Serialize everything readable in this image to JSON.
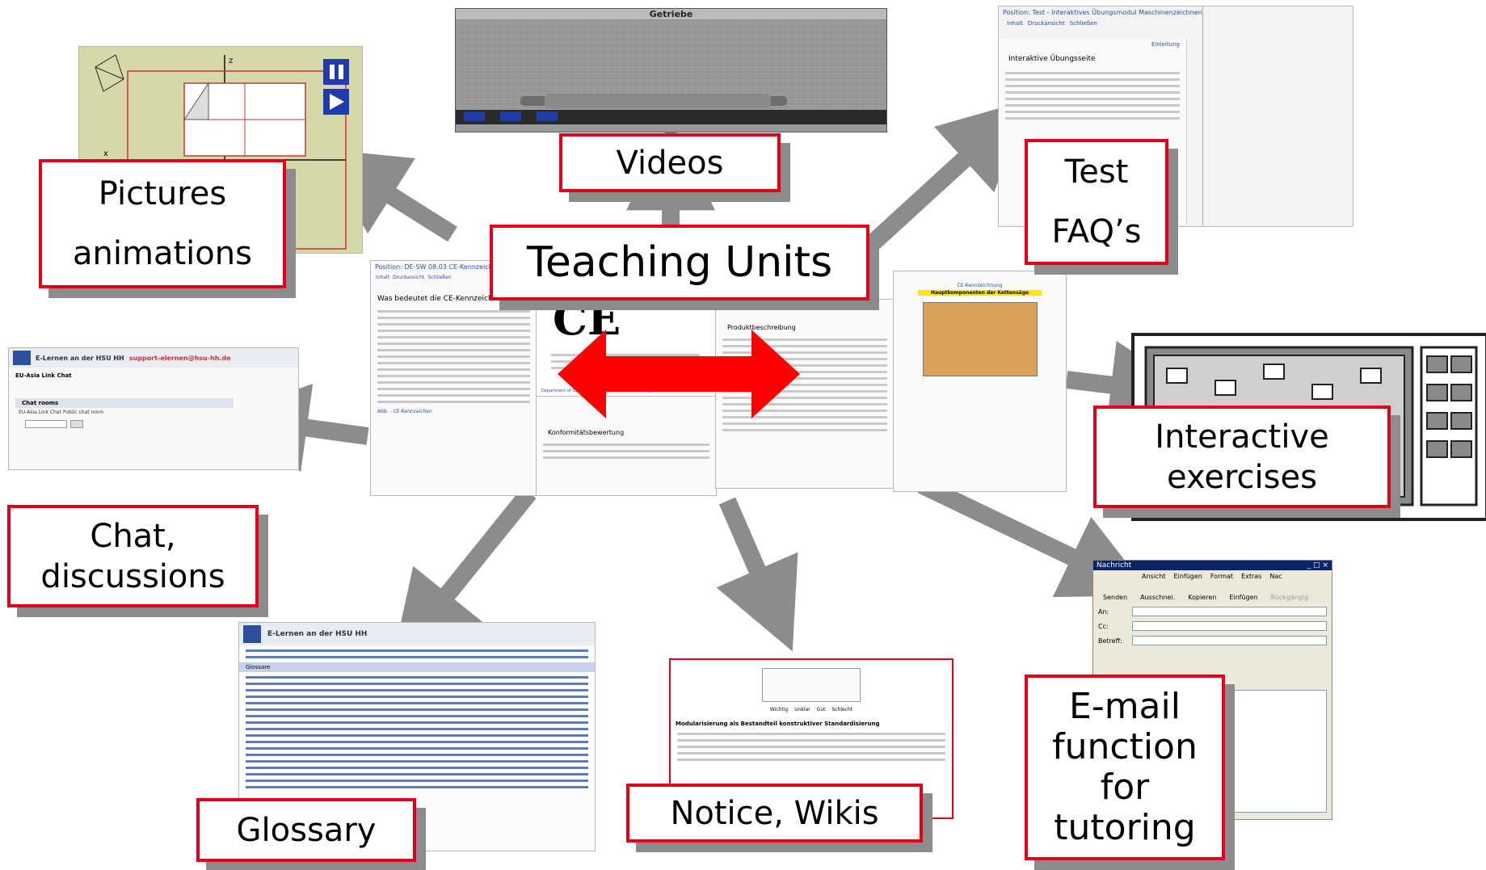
{
  "center": {
    "title": "Teaching Units"
  },
  "labels": {
    "pictures": [
      "Pictures",
      "animations"
    ],
    "videos": [
      "Videos"
    ],
    "test": [
      "Test",
      "FAQ’s"
    ],
    "interactive": [
      "Interactive",
      "exercises"
    ],
    "chat": [
      "Chat,",
      "discussions"
    ],
    "glossary": [
      "Glossary"
    ],
    "notice": [
      "Notice, Wikis"
    ],
    "email": [
      "E-mail",
      "function",
      "for",
      "tutoring"
    ]
  },
  "screenshots": {
    "video_title": "Getriebe",
    "test_header": "Position: Test - Interaktives Übungsmodul Maschinenzeichnen",
    "test_tabs": [
      "Inhalt",
      "Druckansicht",
      "Schließen"
    ],
    "test_heading": "Interaktive Übungsseite",
    "test_intro": "Einleitung",
    "chat_brand": "E-Lernen an der HSU HH",
    "chat_support": "support-elernen@hsu-hh.de",
    "chat_room": "EU-Asia Link Chat",
    "chat_rooms_label": "Chat rooms",
    "chat_public": "EU-Asia Link Chat Public chat room",
    "ce_header": "Position: DE-SW 08.03 CE-Kennzeichnung",
    "ce_question": "Was bedeutet die CE-Kennzeichnung ?",
    "ce_tabs": [
      "Inhalt",
      "Druckansicht",
      "Schließen"
    ],
    "ce_link1": "Abb. - CE-Kennzeichen",
    "conformity": "Konformitätsbewertung",
    "product_desc": "Produktbeschreibung",
    "product_hauptkomp": "Hauptkomponenten der Kettensäge",
    "product_kennz": "CE-Kennzeichnung",
    "dept": "Department of Standardisation and Technical Drawing, UniBwH",
    "glossary_brand": "E-Lernen an der HSU HH",
    "glossary_header": "Glossare",
    "notice_heading": "Modularisierung als Bestandteil konstruktiver Standardisierung",
    "notice_options": [
      "Wichtig",
      "Unklar",
      "Gut",
      "Schlecht"
    ],
    "email_title": "Nachricht",
    "email_menu": [
      "Ansicht",
      "Einfügen",
      "Format",
      "Extras",
      "Nac"
    ],
    "email_toolbar": [
      "Senden",
      "Ausschnei.",
      "Kopieren",
      "Einfügen",
      "Rückgängig"
    ],
    "email_fields": [
      "An:",
      "Cc:",
      "Betreff:"
    ]
  },
  "colors": {
    "accent_red": "#e3001b",
    "arrow_gray": "#8c8c8c",
    "double_arrow": "#ff0000"
  }
}
